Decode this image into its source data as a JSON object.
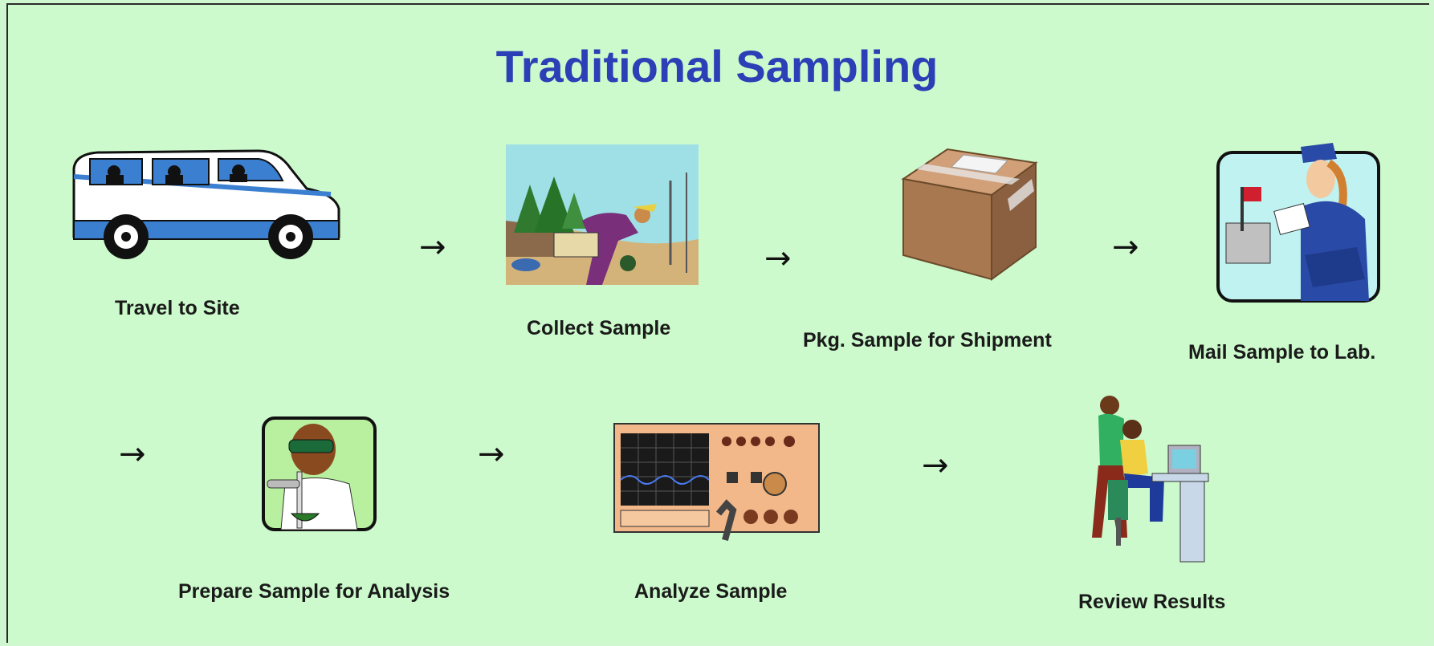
{
  "title": "Traditional Sampling",
  "arrow_glyph": "→",
  "steps": [
    {
      "label": "Travel to Site",
      "icon": "van-icon"
    },
    {
      "label": "Collect Sample",
      "icon": "field-collection-icon"
    },
    {
      "label": "Pkg. Sample for Shipment",
      "icon": "cardboard-box-icon"
    },
    {
      "label": "Mail Sample to Lab.",
      "icon": "mail-carrier-icon"
    },
    {
      "label": "Prepare Sample for Analysis",
      "icon": "lab-technician-icon"
    },
    {
      "label": "Analyze Sample",
      "icon": "analyzer-instrument-icon"
    },
    {
      "label": "Review Results",
      "icon": "computer-review-icon"
    }
  ],
  "colors": {
    "background": "#ccfacc",
    "title": "#2b3fb6",
    "label": "#1a1a1a"
  }
}
